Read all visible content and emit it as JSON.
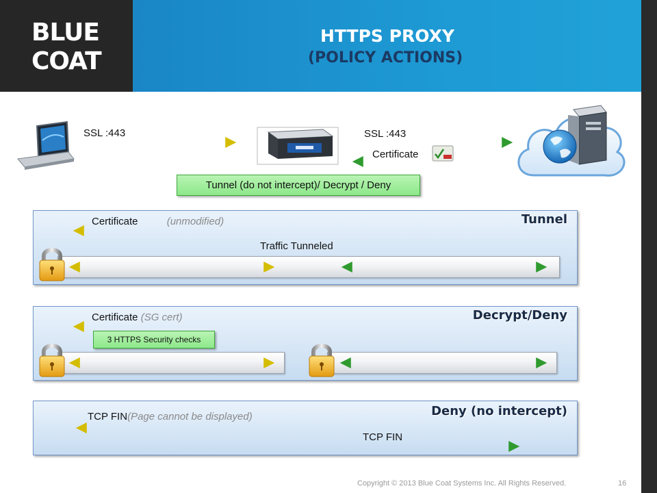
{
  "logo": {
    "line1": "BLUE",
    "line2": "COAT"
  },
  "slide": {
    "title": "HTTPS PROXY",
    "subtitle": "(POLICY ACTIONS)"
  },
  "top_flow": {
    "client_label": "SSL :443",
    "server_label": "SSL :443",
    "certificate_label": "Certificate",
    "decision_box": "Tunnel (do not intercept)/ Decrypt / Deny"
  },
  "tunnel_panel": {
    "title": "Tunnel",
    "certificate_label": "Certificate",
    "certificate_note": "(unmodified)",
    "traffic_label": "Traffic Tunneled"
  },
  "decrypt_panel": {
    "title": "Decrypt/Deny",
    "certificate_label": "Certificate",
    "certificate_note": "(SG cert)",
    "checks_box": "3 HTTPS Security checks"
  },
  "deny_panel": {
    "title": "Deny (no intercept)",
    "fin_label_client": "TCP FIN",
    "fin_note": "(Page cannot be displayed)",
    "fin_label_server": "TCP FIN"
  },
  "footer": {
    "copyright": "Copyright © 2013 Blue Coat Systems Inc.  All Rights Reserved.",
    "page_number": "16"
  },
  "colors": {
    "banner_blue": "#1d98d3",
    "title_navy": "#1b3a63",
    "arrow_yellow": "#e8d200",
    "arrow_green": "#3ea83a",
    "box_green": "#a4ef9f",
    "panel_blue": "#c7dcf1"
  },
  "icons": [
    "laptop-icon",
    "proxy-appliance-icon",
    "cloud-server-icon",
    "certificate-icon",
    "padlock-icon"
  ]
}
